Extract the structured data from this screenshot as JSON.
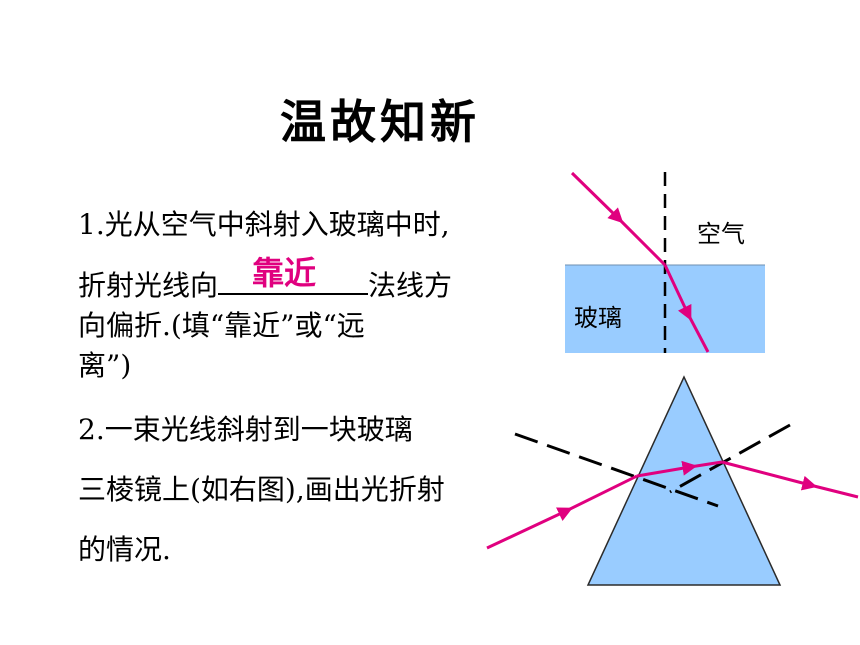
{
  "title": "温故知新",
  "q1": {
    "line1": "1.光从空气中斜射入玻璃中时,",
    "line2_before": "折射光线向",
    "answer": "靠近",
    "line2_after": "法线方",
    "line3": "向偏折.(填“靠近”或“远",
    "line4": "离”)"
  },
  "q2": {
    "line1": "2.一束光线斜射到一块玻璃",
    "line2": "三棱镜上(如右图),画出光折射",
    "line3": "的情况."
  },
  "figure": {
    "label_air": "空气",
    "label_glass": "玻璃",
    "colors": {
      "glass": "#99ccff",
      "ray": "#e0007f",
      "normal": "#000000"
    }
  }
}
